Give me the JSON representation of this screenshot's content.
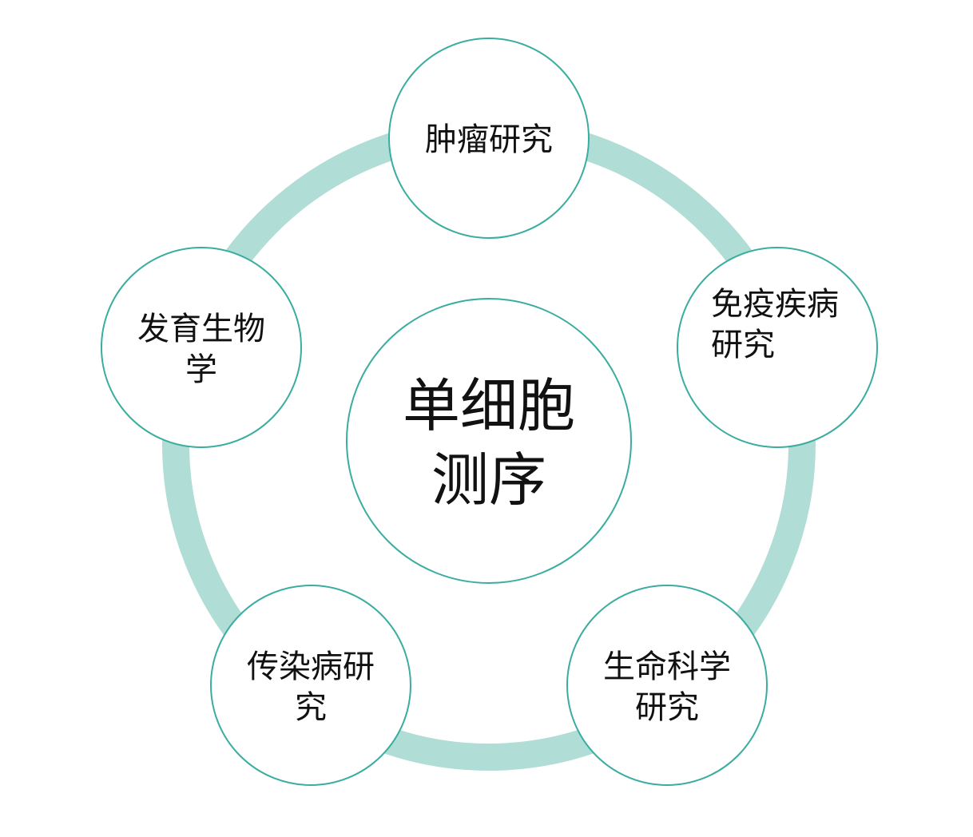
{
  "center": {
    "lines": [
      "单细胞",
      "测序"
    ]
  },
  "nodes": [
    {
      "id": "tumor",
      "lines": [
        "肿瘤研究"
      ],
      "align": "center"
    },
    {
      "id": "immune",
      "lines": [
        "免疫疾病",
        "研究"
      ],
      "align": "left"
    },
    {
      "id": "life-science",
      "lines": [
        "生命科学",
        "研究"
      ],
      "align": "center"
    },
    {
      "id": "infectious",
      "lines": [
        "传染病研",
        "究"
      ],
      "align": "center"
    },
    {
      "id": "development",
      "lines": [
        "发育生物",
        "学"
      ],
      "align": "center"
    }
  ],
  "colors": {
    "ring": "#b0ddd6",
    "border": "#3aada0",
    "fill": "#ffffff",
    "text": "#111111"
  }
}
